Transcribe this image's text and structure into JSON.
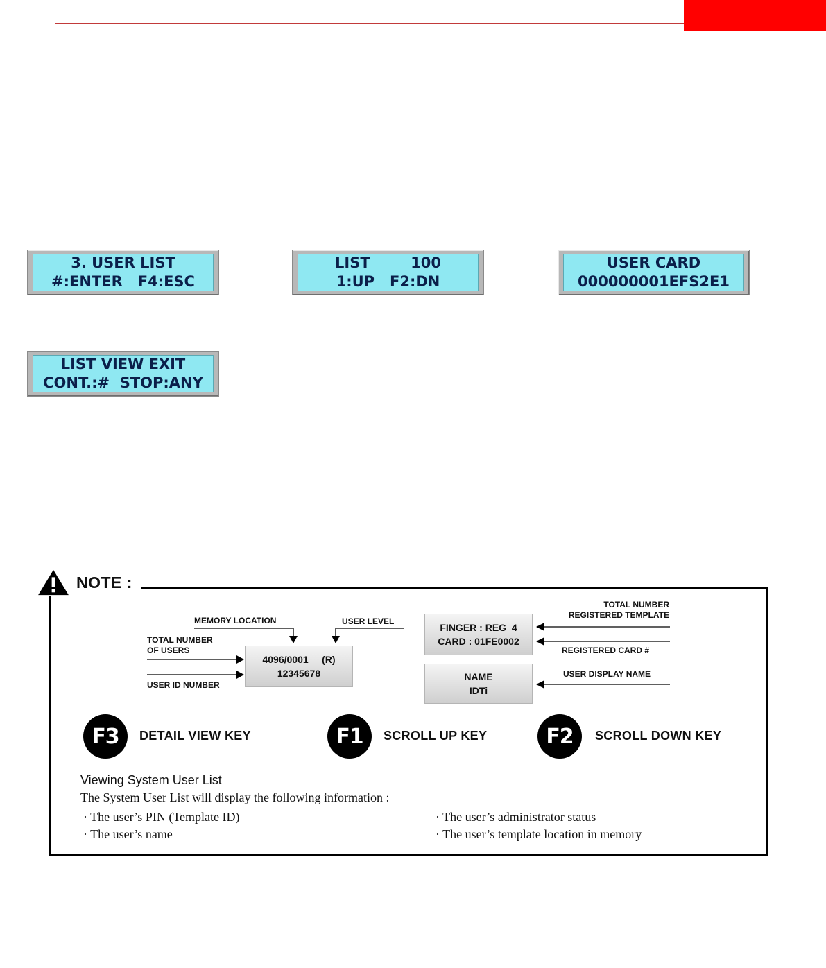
{
  "lcd_screens": [
    {
      "line1": "3. USER LIST",
      "line2": "#:ENTER   F4:ESC"
    },
    {
      "line1": "LIST        100",
      "line2": "1:UP   F2:DN"
    },
    {
      "line1": "USER CARD",
      "line2": "000000001EFS2E1"
    },
    {
      "line1": "LIST VIEW EXIT",
      "line2": "CONT.:#  STOP:ANY"
    }
  ],
  "note": {
    "title": "NOTE :",
    "icon": "warning-triangle-icon",
    "diagram": {
      "display1": {
        "line1": "4096/0001     (R)",
        "line2": "12345678"
      },
      "display2": {
        "line1": "FINGER : REG  4",
        "line2": "CARD : 01FE0002"
      },
      "display3": {
        "line1": "NAME",
        "line2": "IDTi"
      },
      "labels": {
        "memory_location": "MEMORY LOCATION",
        "user_level": "USER LEVEL",
        "total_users": "TOTAL NUMBER\nOF USERS",
        "user_id": "USER ID NUMBER",
        "total_template": "TOTAL NUMBER\nREGISTERED TEMPLATE",
        "registered_card": "REGISTERED CARD #",
        "display_name": "USER DISPLAY NAME"
      }
    },
    "keys": [
      {
        "key": "F3",
        "label": "DETAIL VIEW KEY"
      },
      {
        "key": "F1",
        "label": "SCROLL UP KEY"
      },
      {
        "key": "F2",
        "label": "SCROLL DOWN KEY"
      }
    ],
    "heading": "Viewing System User List",
    "intro": "The System User List will display the following information :",
    "bullets": [
      "· The user’s PIN (Template ID)",
      "· The user’s name",
      "· The user’s administrator status",
      "· The user’s template location in memory"
    ]
  },
  "colors": {
    "accent_red": "#ff0000",
    "lcd_screen": "#8fe8f2"
  }
}
